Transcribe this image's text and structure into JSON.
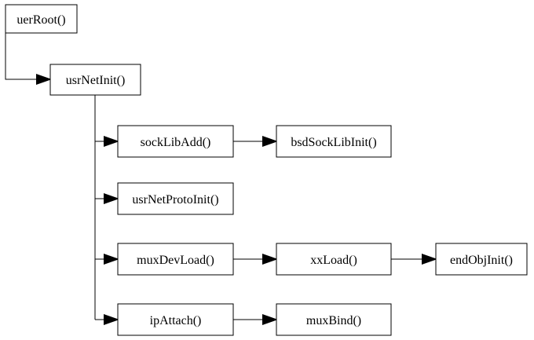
{
  "nodes": {
    "uerroot": "uerRoot()",
    "usrnetinit": "usrNetInit()",
    "socklibadd": "sockLibAdd()",
    "bsdsocklibinit": "bsdSockLibInit()",
    "usrnetprotoinit": "usrNetProtoInit()",
    "muxdevload": "muxDevLoad()",
    "xxload": "xxLoad()",
    "endobjinit": "endObjInit()",
    "ipattach": "ipAttach()",
    "muxbind": "muxBind()"
  },
  "colors": {
    "stroke": "#000000",
    "fill": "#ffffff"
  }
}
